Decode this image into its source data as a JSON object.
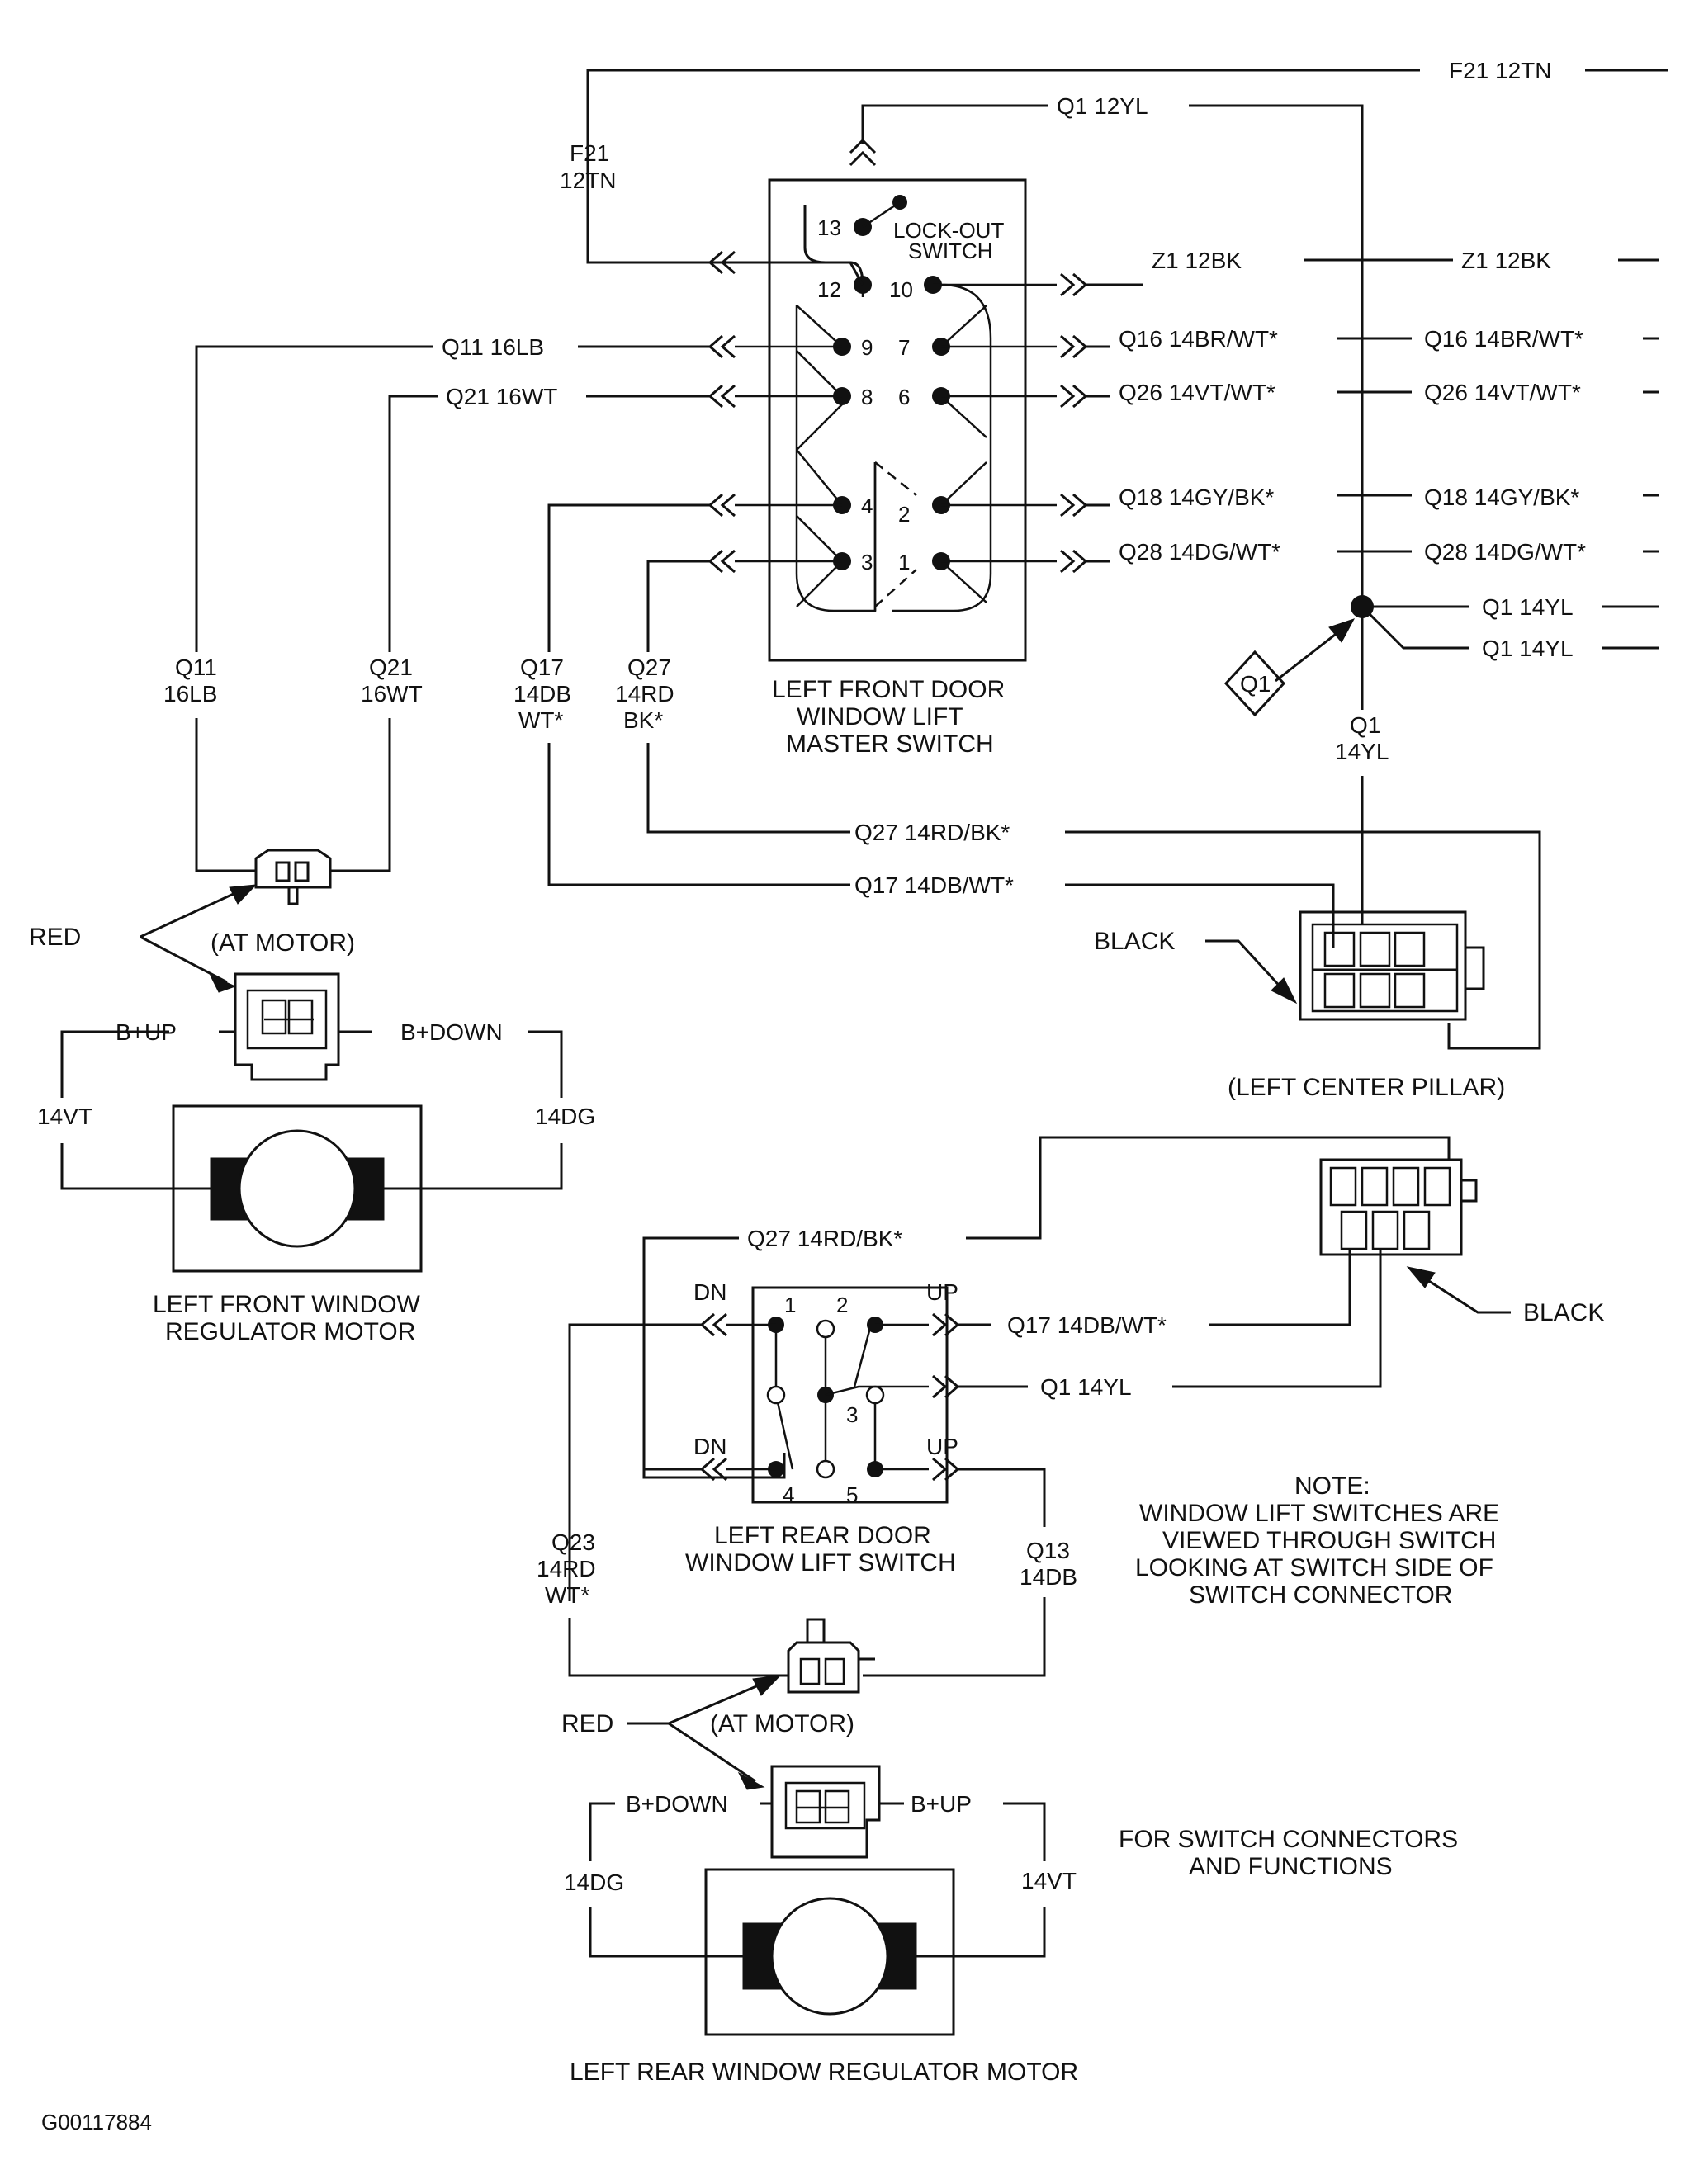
{
  "wires": {
    "f21_top": "F21 12TN",
    "q1_top": "Q1 12YL",
    "f21_v1": "F21",
    "f21_v2": "12TN",
    "z1_a": "Z1 12BK",
    "z1_b": "Z1 12BK",
    "q11_h": "Q11 16LB",
    "q21_h": "Q21 16WT",
    "q16_a": "Q16 14BR/WT*",
    "q16_b": "Q16 14BR/WT*",
    "q26_a": "Q26 14VT/WT*",
    "q26_b": "Q26 14VT/WT*",
    "q18_a": "Q18 14GY/BK*",
    "q18_b": "Q18 14GY/BK*",
    "q28_a": "Q28 14DG/WT*",
    "q28_b": "Q28 14DG/WT*",
    "q1_r1": "Q1 14YL",
    "q1_r2": "Q1 14YL",
    "q11_v1": "Q11",
    "q11_v2": "16LB",
    "q21_v1": "Q21",
    "q21_v2": "16WT",
    "q17_v1": "Q17",
    "q17_v2": "14DB",
    "q17_v3": "WT*",
    "q27_v1": "Q27",
    "q27_v2": "14RD",
    "q27_v3": "BK*",
    "q1_v1": "Q1",
    "q1_v2": "14YL",
    "q27_h": "Q27 14RD/BK*",
    "q17_h": "Q17 14DB/WT*",
    "q27_h2": "Q27 14RD/BK*",
    "q17_h2": "Q17 14DB/WT*",
    "q1_h2": "Q1 14YL",
    "vt_front": "14VT",
    "dg_front": "14DG",
    "q23_v1": "Q23",
    "q23_v2": "14RD",
    "q23_v3": "WT*",
    "q13_v1": "Q13",
    "q13_v2": "14DB",
    "dg_rear": "14DG",
    "vt_rear": "14VT",
    "bup_front": "B+UP",
    "bdown_front": "B+DOWN",
    "bdown_rear": "B+DOWN",
    "bup_rear": "B+UP"
  },
  "labels": {
    "lockout1": "LOCK-OUT",
    "lockout2": "SWITCH",
    "master1": "LEFT FRONT DOOR",
    "master2": "WINDOW LIFT",
    "master3": "MASTER SWITCH",
    "splice": "Q1",
    "red_front": "RED",
    "at_motor_front": "(AT MOTOR)",
    "black_pillar": "BLACK",
    "pillar": "(LEFT CENTER PILLAR)",
    "front_motor1": "LEFT FRONT WINDOW",
    "front_motor2": "REGULATOR MOTOR",
    "black_rear": "BLACK",
    "dn1": "DN",
    "up1": "UP",
    "dn2": "DN",
    "up2": "UP",
    "rear_switch1": "LEFT REAR DOOR",
    "rear_switch2": "WINDOW LIFT SWITCH",
    "note1": "NOTE:",
    "note2": "WINDOW LIFT SWITCHES ARE",
    "note3": "VIEWED THROUGH SWITCH",
    "note4": "LOOKING AT SWITCH SIDE OF",
    "note5": "SWITCH CONNECTOR",
    "red_rear": "RED",
    "at_motor_rear": "(AT MOTOR)",
    "for_switch1": "FOR SWITCH CONNECTORS",
    "for_switch2": "AND FUNCTIONS",
    "rear_motor": "LEFT REAR WINDOW REGULATOR MOTOR",
    "figure_id": "G00117884"
  },
  "pins": {
    "p13": "13",
    "p12": "12",
    "p10": "10",
    "p9": "9",
    "p7": "7",
    "p8": "8",
    "p6": "6",
    "p4": "4",
    "p2": "2",
    "p3": "3",
    "p1": "1",
    "r1": "1",
    "r2": "2",
    "r3": "3",
    "r4": "4",
    "r5": "5"
  }
}
